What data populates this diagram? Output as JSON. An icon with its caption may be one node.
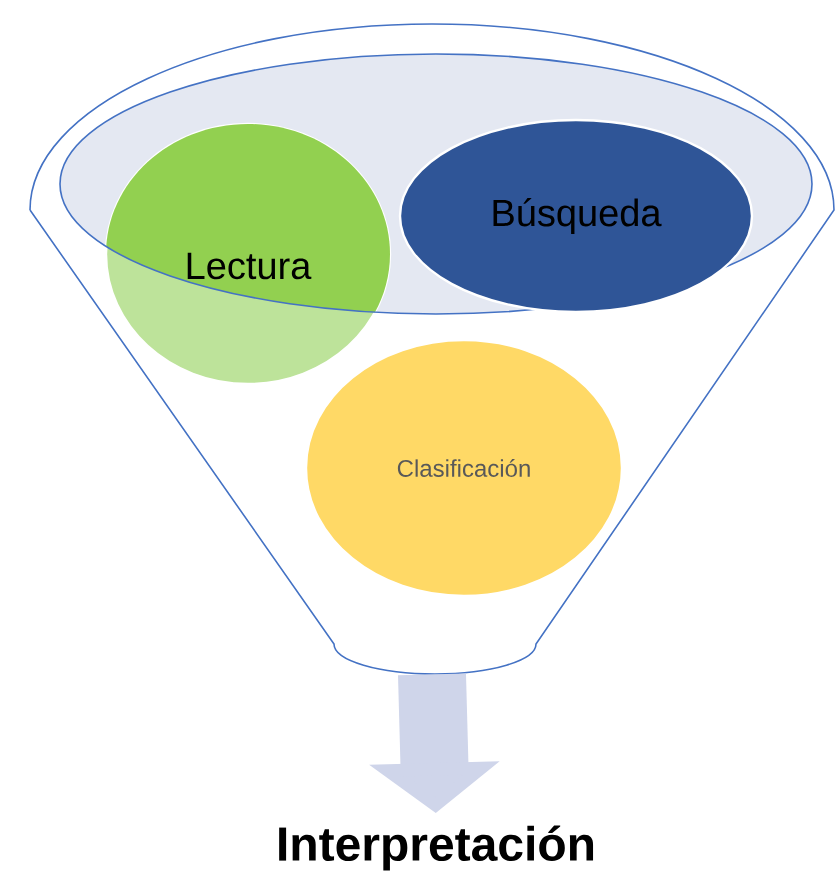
{
  "diagram": {
    "nodes": [
      {
        "text": [],
        "shape": "funnel"
      },
      {
        "text": [
          "Lectura"
        ],
        "in": 0
      },
      {
        "text": [
          "Búsqueda"
        ],
        "in": 0
      },
      {
        "text": [
          "Clasificación"
        ],
        "in": 0
      },
      {
        "text": [
          "Interpretación"
        ]
      }
    ],
    "edges": [
      {
        "from": 0,
        "to": 4,
        "arrow": "to"
      }
    ]
  }
}
